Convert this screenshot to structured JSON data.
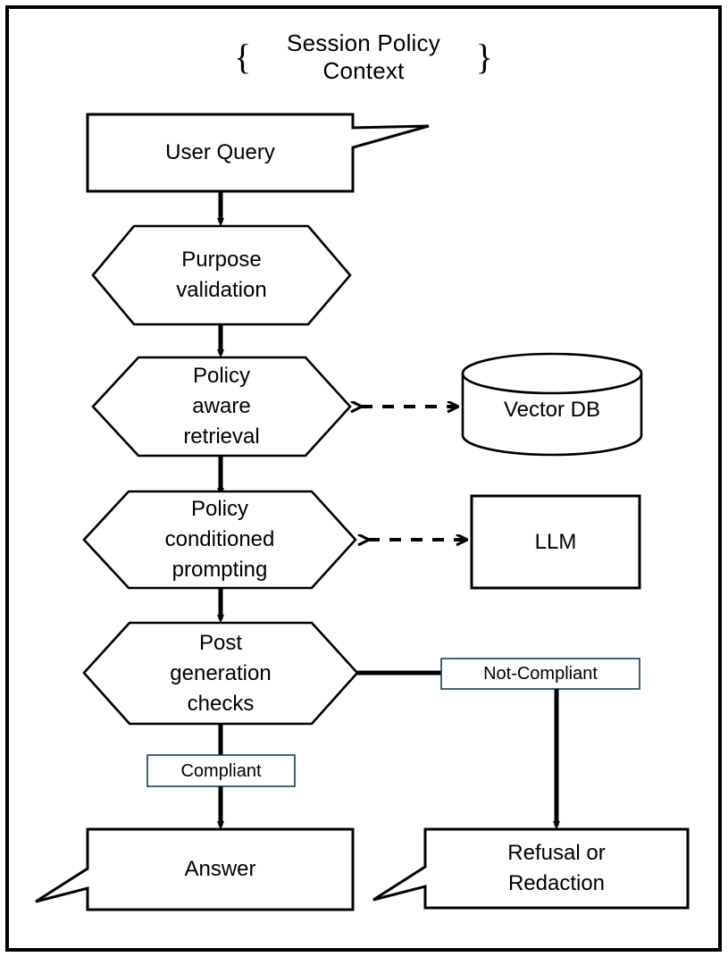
{
  "diagram": {
    "title": "{  Session Policy Context  }",
    "title_text": "Session Policy Context",
    "brace_open": "{",
    "brace_close": "}",
    "border_color": "#000000",
    "line_color": "#000000",
    "background": "#ffffff",
    "nodes": {
      "user_query": {
        "label": "User Query",
        "shape": "callout"
      },
      "purpose_validation": {
        "label": "Purpose\nvalidation",
        "shape": "hexagon"
      },
      "policy_aware_retrieval": {
        "label": "Policy\naware\nretrieval",
        "shape": "hexagon"
      },
      "vector_db": {
        "label": "Vector DB",
        "shape": "cylinder"
      },
      "policy_conditioned_prompting": {
        "label": "Policy\nconditioned\nprompting",
        "shape": "hexagon"
      },
      "llm": {
        "label": "LLM",
        "shape": "rectangle"
      },
      "post_generation_checks": {
        "label": "Post\ngeneration\nchecks",
        "shape": "hexagon"
      },
      "not_compliant": {
        "label": "Not-Compliant",
        "shape": "label-box"
      },
      "compliant": {
        "label": "Compliant",
        "shape": "label-box"
      },
      "answer": {
        "label": "Answer",
        "shape": "callout"
      },
      "refusal_or_redaction": {
        "label": "Refusal or\nRedaction",
        "shape": "callout"
      }
    },
    "edges": [
      {
        "from": "user_query",
        "to": "purpose_validation",
        "style": "solid-arrow"
      },
      {
        "from": "purpose_validation",
        "to": "policy_aware_retrieval",
        "style": "solid-arrow"
      },
      {
        "from": "policy_aware_retrieval",
        "to": "vector_db",
        "style": "dashed-bidirectional"
      },
      {
        "from": "policy_aware_retrieval",
        "to": "policy_conditioned_prompting",
        "style": "solid-arrow"
      },
      {
        "from": "policy_conditioned_prompting",
        "to": "llm",
        "style": "dashed-bidirectional"
      },
      {
        "from": "policy_conditioned_prompting",
        "to": "post_generation_checks",
        "style": "solid-arrow"
      },
      {
        "from": "post_generation_checks",
        "to": "not_compliant",
        "style": "solid-line"
      },
      {
        "from": "post_generation_checks",
        "to": "compliant",
        "style": "solid-line"
      },
      {
        "from": "compliant",
        "to": "answer",
        "style": "solid-arrow"
      },
      {
        "from": "not_compliant",
        "to": "refusal_or_redaction",
        "style": "solid-arrow"
      }
    ]
  }
}
